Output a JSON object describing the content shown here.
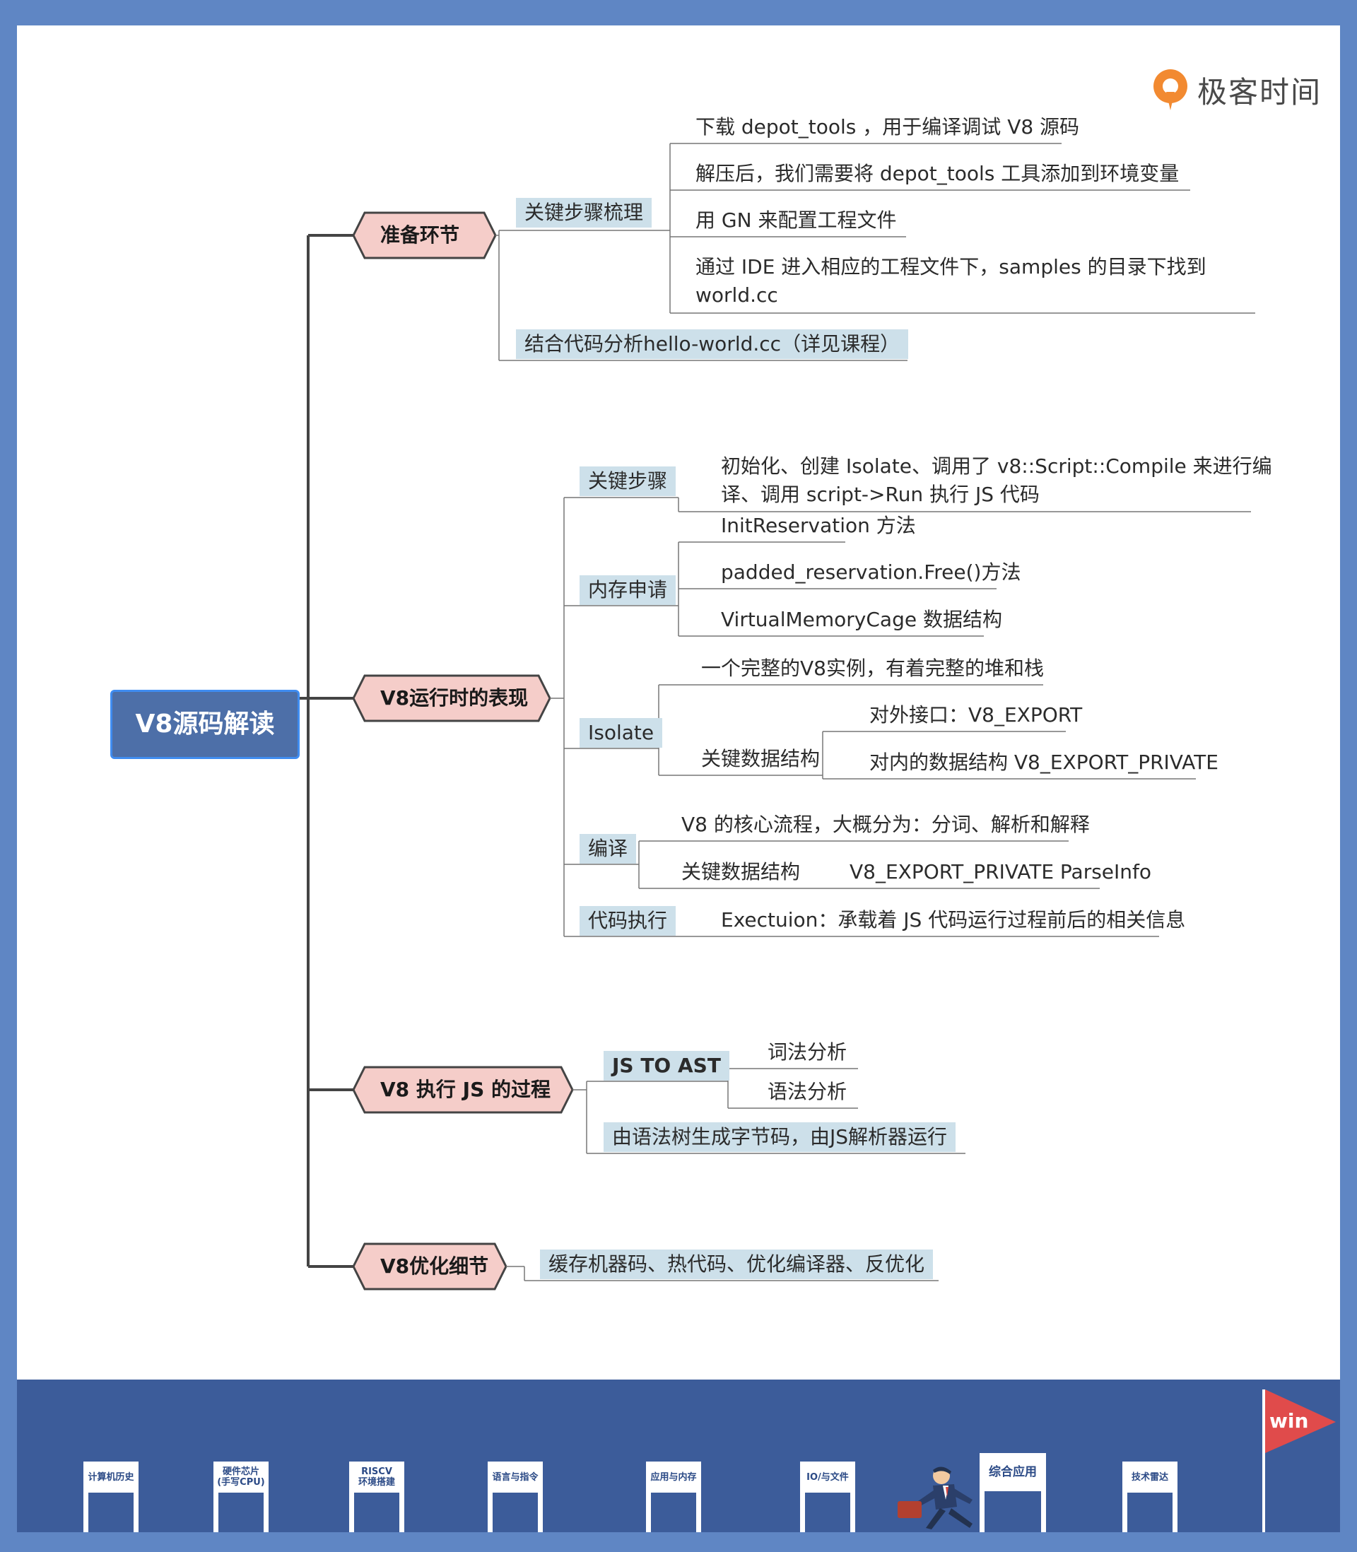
{
  "brand": {
    "name": "极客时间"
  },
  "root": {
    "label": "V8源码解读"
  },
  "branches": {
    "prepare": {
      "label": "准备环节",
      "steps_box": "关键步骤梳理",
      "steps": [
        "下载 depot_tools ，用于编译调试 V8 源码",
        "解压后，我们需要将 depot_tools 工具添加到环境变量",
        "用 GN 来配置工程文件",
        "通过 IDE 进入相应的工程文件下，samples 的目录下找到 world.cc"
      ],
      "analysis_box": "结合代码分析hello-world.cc（详见课程）"
    },
    "runtime": {
      "label": "V8运行时的表现",
      "key_steps": {
        "box": "关键步骤",
        "text": "初始化、创建 Isolate、调用了 v8::Script::Compile 来进行编译、调用 script->Run 执行 JS 代码"
      },
      "memory": {
        "box": "内存申请",
        "items": [
          "InitReservation 方法",
          "padded_reservation.Free()方法",
          "VirtualMemoryCage 数据结构"
        ]
      },
      "isolate": {
        "box": "Isolate",
        "desc": "一个完整的V8实例，有着完整的堆和栈",
        "key_data": "关键数据结构",
        "items": [
          "对外接口：V8_EXPORT",
          "对内的数据结构 V8_EXPORT_PRIVATE"
        ]
      },
      "compile": {
        "box": "编译",
        "desc": "V8 的核心流程，大概分为：分词、解析和解释",
        "key_data": "关键数据结构",
        "value": "V8_EXPORT_PRIVATE ParseInfo"
      },
      "exec": {
        "box": "代码执行",
        "text": "Exectuion：承载着 JS 代码运行过程前后的相关信息"
      }
    },
    "process": {
      "label": "V8 执行 JS 的过程",
      "ast_box": "JS TO AST",
      "ast_items": [
        "词法分析",
        "语法分析"
      ],
      "bytecode_box": "由语法树生成字节码，由JS解析器运行"
    },
    "optimize": {
      "label": "V8优化细节",
      "box": "缓存机器码、热代码、优化编译器、反优化"
    }
  },
  "footer": {
    "gates": [
      "计算机历史",
      "硬件芯片\n(手写CPU)",
      "RISCV\n环境搭建",
      "语言与指令",
      "应用与内存",
      "IO/与文件",
      "综合应用",
      "技术雷达"
    ],
    "flag": "win"
  },
  "colors": {
    "background": "#5f86c4",
    "root_fill": "#4d6fa8",
    "root_border": "#3f8cf0",
    "hex_fill": "#f5cdc9",
    "box_fill": "#cde0ea",
    "footer": "#3c5c9a",
    "flag": "#e04b4b"
  }
}
